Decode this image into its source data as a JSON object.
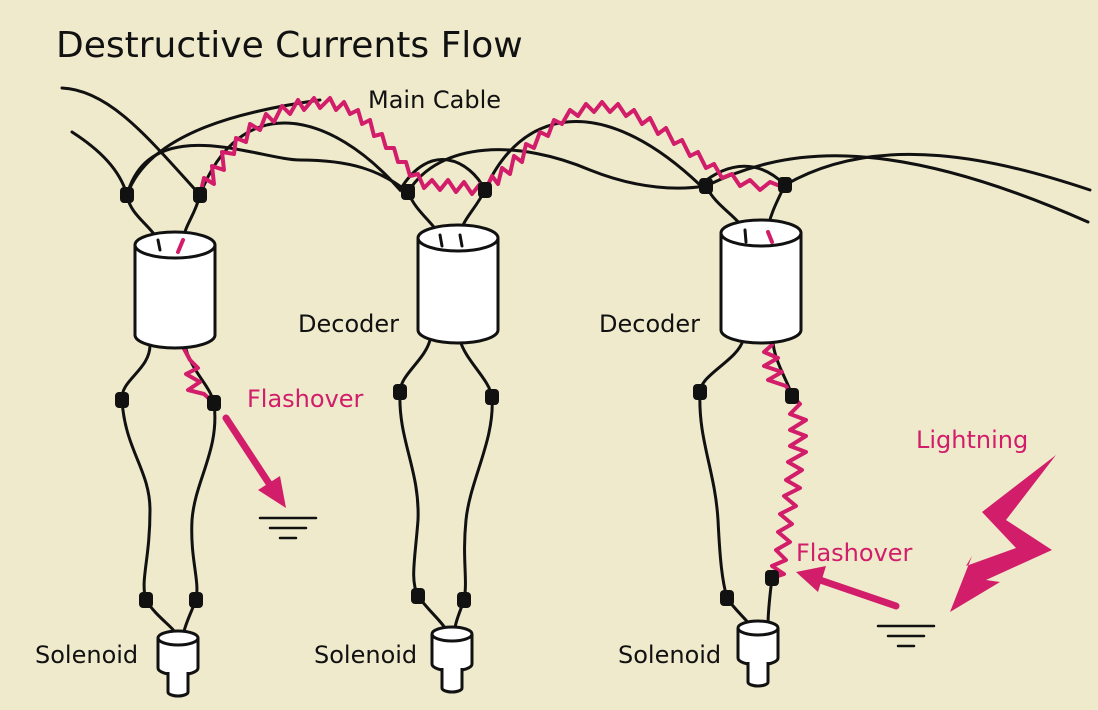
{
  "title": "Destructive Currents Flow",
  "labels": {
    "main_cable": "Main Cable",
    "decoder_2": "Decoder",
    "decoder_3": "Decoder",
    "flashover_1": "Flashover",
    "flashover_2": "Flashover",
    "lightning": "Lightning",
    "solenoid_1": "Solenoid",
    "solenoid_2": "Solenoid",
    "solenoid_3": "Solenoid"
  },
  "colors": {
    "background": "#efeacb",
    "wire": "#111111",
    "current": "#d21d6b",
    "component_fill": "#ffffff"
  }
}
